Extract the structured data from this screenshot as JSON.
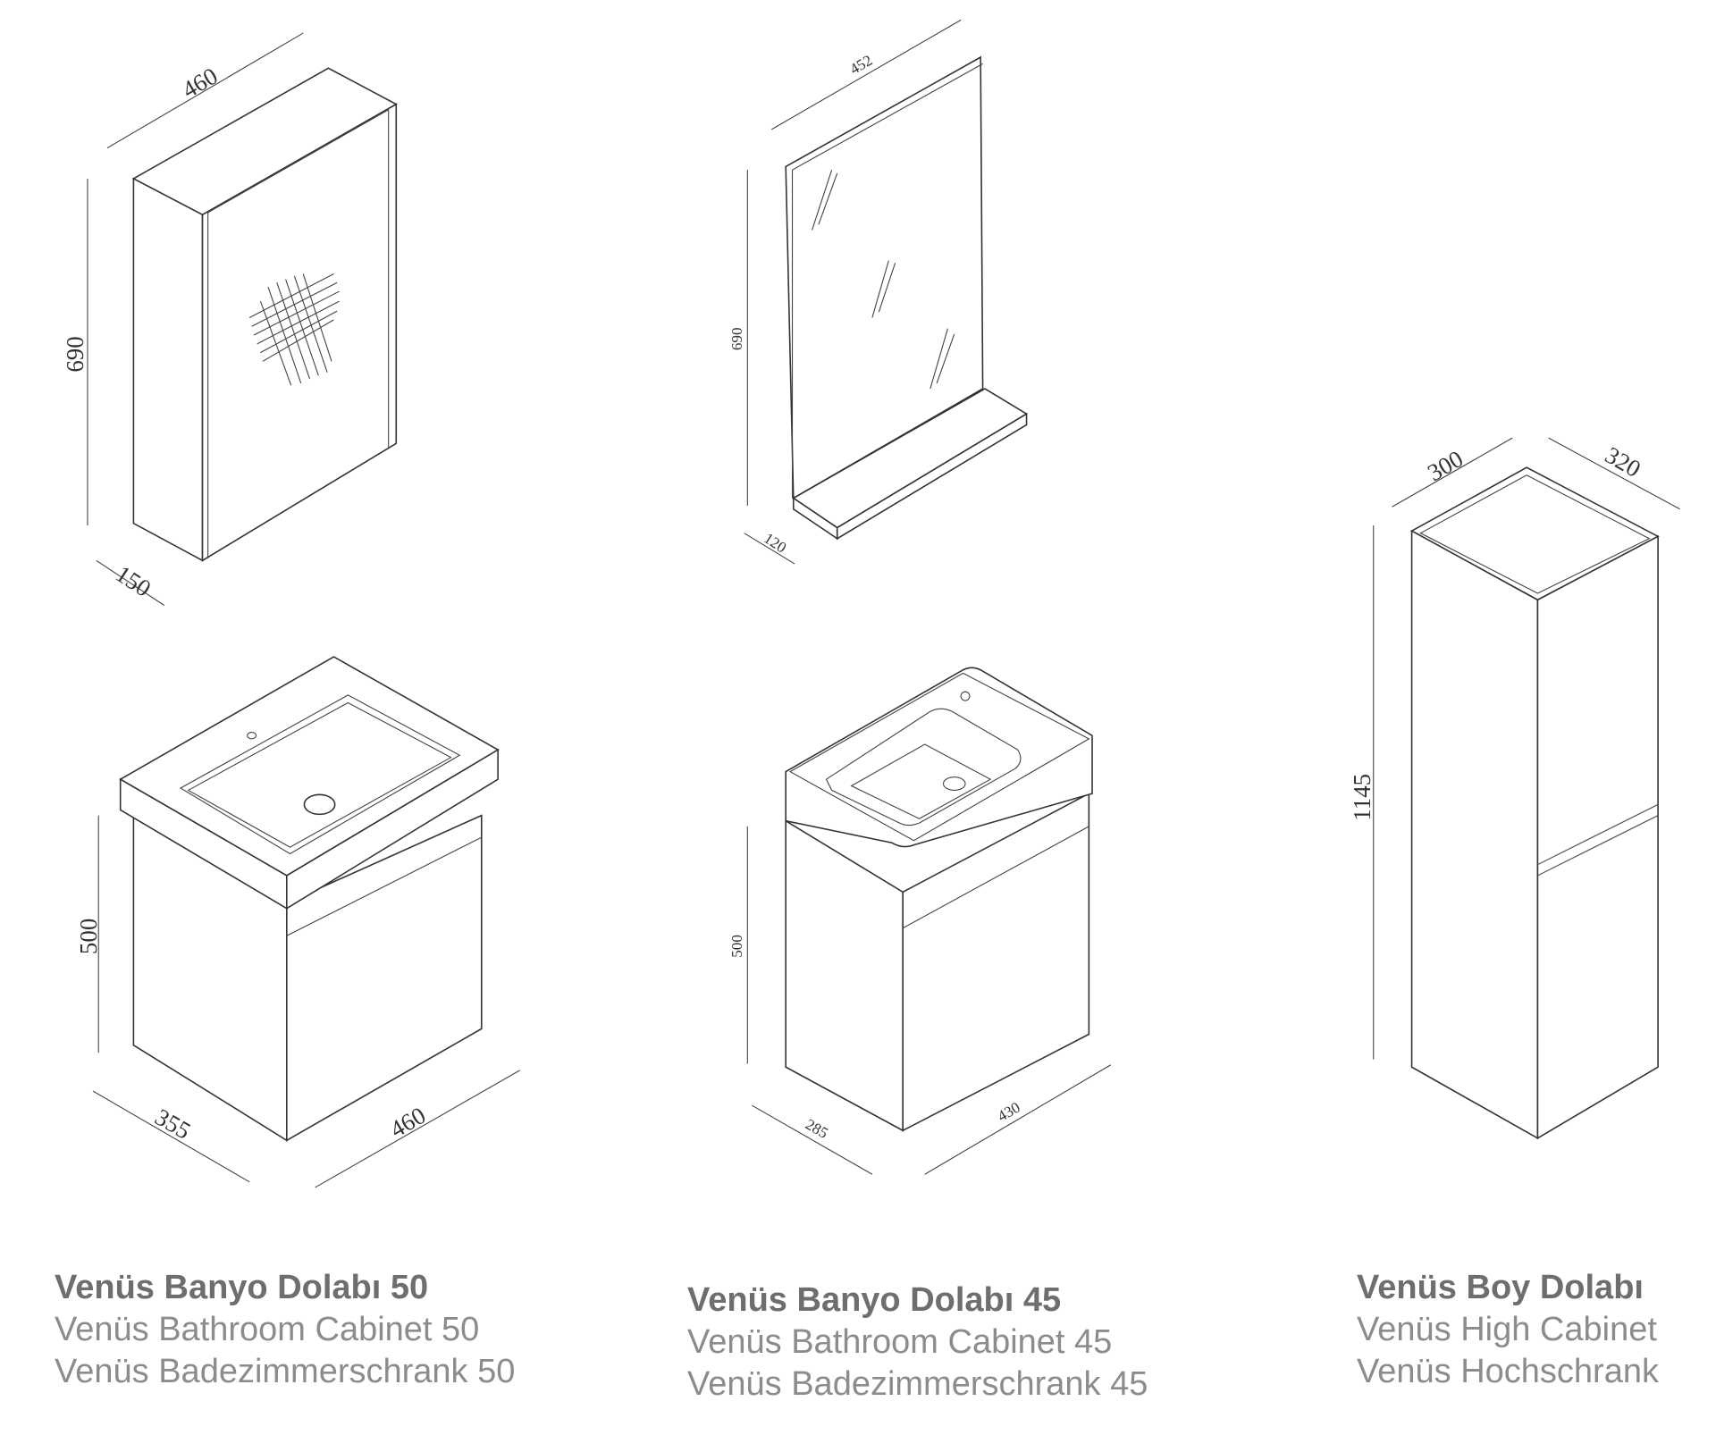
{
  "products": [
    {
      "title": "Venüs Banyo Dolabı 50",
      "en": "Venüs Bathroom Cabinet 50",
      "de": "Venüs Badezimmerschrank 50"
    },
    {
      "title": "Venüs Banyo Dolabı 45",
      "en": "Venüs Bathroom Cabinet 45",
      "de": "Venüs Badezimmerschrank 45"
    },
    {
      "title": "Venüs Boy Dolabı",
      "en": "Venüs High Cabinet",
      "de": "Venüs Hochschrank"
    }
  ],
  "dimensions": {
    "mirror_cabinet": {
      "width": "460",
      "height": "690",
      "depth": "150"
    },
    "mirror": {
      "width": "452",
      "height": "690",
      "depth": "120"
    },
    "vanity_50": {
      "height": "500",
      "depth": "355",
      "width": "460"
    },
    "vanity_45": {
      "height": "500",
      "depth": "285",
      "width": "430"
    },
    "high_cabinet": {
      "width": "300",
      "depth": "320",
      "height": "1145"
    }
  }
}
